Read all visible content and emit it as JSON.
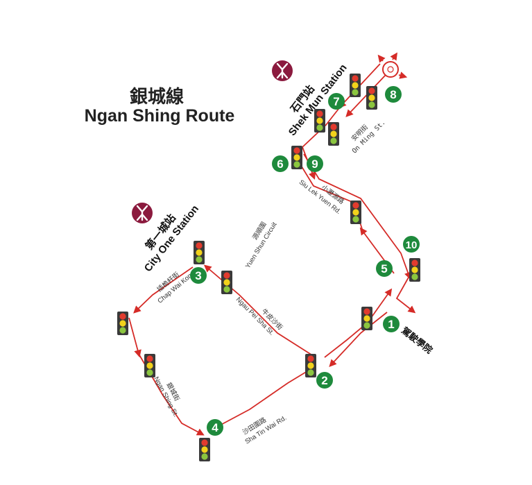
{
  "title": {
    "zh": "銀城線",
    "en": "Ngan Shing Route"
  },
  "stations": {
    "shek_mun": {
      "zh": "石門站",
      "en": "Shek Mun Station"
    },
    "city_one": {
      "zh": "第一城站",
      "en": "City One Station"
    }
  },
  "streets": {
    "on_ming": {
      "zh": "安明街",
      "en": "On Ming St."
    },
    "siu_lek_yuen": {
      "zh": "小瀝源路",
      "en": "Siu Lek Yuen Rd."
    },
    "yuen_shun": {
      "zh": "源順圍",
      "en": "Yuen Shun Circuit"
    },
    "chap_wai_kon": {
      "zh": "插桅杆街",
      "en": "Chap Wai Kon St."
    },
    "ngau_pei_sha": {
      "zh": "牛皮沙街",
      "en": "Ngau Pei Sha St."
    },
    "ngan_shing": {
      "zh": "銀城街",
      "en": "Ngan Shing St."
    },
    "sha_tin_wai": {
      "zh": "沙田圍路",
      "en": "Sha Tin Wai Rd."
    }
  },
  "school": "駕駛學院",
  "stops": [
    "1",
    "2",
    "3",
    "4",
    "5",
    "6",
    "7",
    "8",
    "9",
    "10"
  ],
  "colors": {
    "route": "#d52b27",
    "stop_marker": "#1e8a3c",
    "mtr_logo": "#8b1a3e",
    "signal_red": "#e23b2e",
    "signal_yellow": "#f2d21b",
    "signal_green": "#8bc63f"
  }
}
